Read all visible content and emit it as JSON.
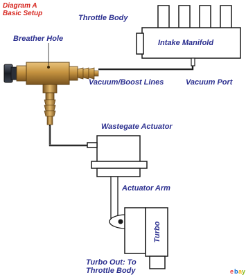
{
  "header": {
    "title": "Diagram A",
    "subtitle": "Basic Setup"
  },
  "labels": {
    "throttle_body": "Throttle Body",
    "intake_manifold": "Intake Manifold",
    "breather_hole": "Breather Hole",
    "vacuum_boost_lines": "Vacuum/Boost Lines",
    "vacuum_port": "Vacuum Port",
    "wastegate_actuator": "Wastegate Actuator",
    "actuator_arm": "Actuator Arm",
    "turbo": "Turbo",
    "turbo_out_line1": "Turbo Out: To",
    "turbo_out_line2": "Throttle Body"
  },
  "colors": {
    "title_red": "#d6261f",
    "label_blue": "#2b2f8f",
    "brass": "#b8893a",
    "line": "#1a1a1a"
  },
  "watermark": "ebay"
}
